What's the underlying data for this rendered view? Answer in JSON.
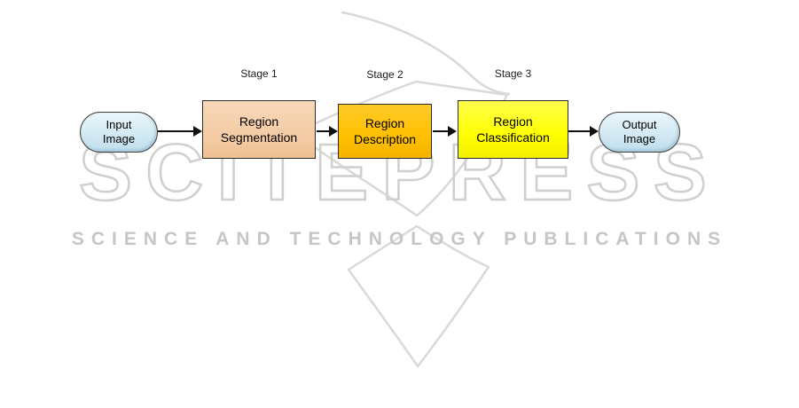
{
  "figure": {
    "stages": [
      {
        "label": "Stage 1",
        "name": "Region Segmentation"
      },
      {
        "label": "Stage 2",
        "name": "Region Description"
      },
      {
        "label": "Stage 3",
        "name": "Region Classification"
      }
    ],
    "input_node": "Input Image",
    "output_node": "Output Image"
  },
  "watermark": {
    "logo": "SCITEPRESS",
    "tagline": "SCIENCE AND TECHNOLOGY PUBLICATIONS"
  },
  "colors": {
    "stage1_fill": "#F3C9A1",
    "stage2_fill": "#FFC000",
    "stage3_fill": "#FFFF00",
    "terminal_fill": "#CFE7F2",
    "watermark_gray": "#CFCFCF",
    "arrow": "#111111"
  }
}
